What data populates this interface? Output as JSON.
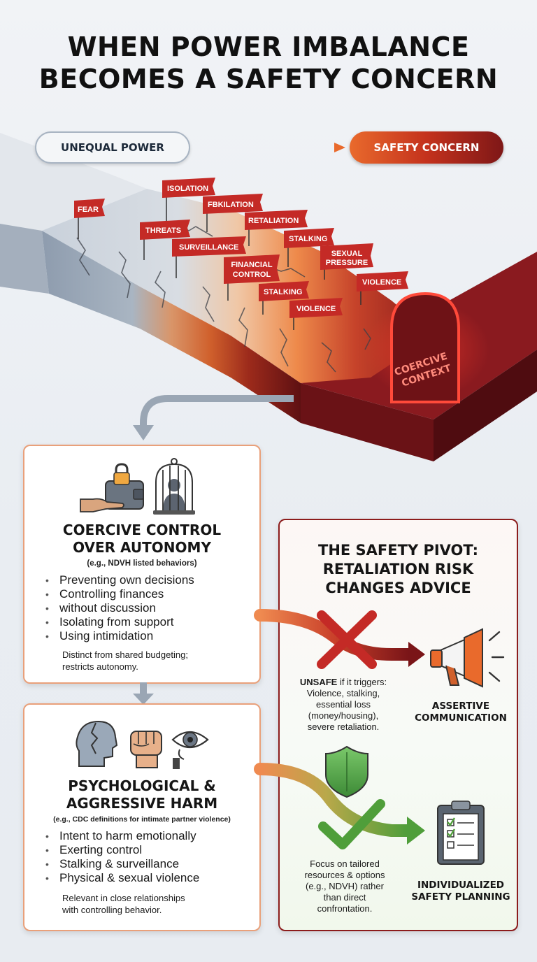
{
  "title": {
    "line1": "WHEN POWER IMBALANCE",
    "line2": "BECOMES A SAFETY CONCERN"
  },
  "pills": {
    "left": "UNEQUAL POWER",
    "right": "SAFETY CONCERN"
  },
  "flags": [
    {
      "label": "FEAR"
    },
    {
      "label": "ISOLATION"
    },
    {
      "label": "FBKILATION"
    },
    {
      "label": "THREATS"
    },
    {
      "label": "RETALIATION"
    },
    {
      "label": "SURVEILLANCE"
    },
    {
      "label": "STALKING"
    },
    {
      "label": "FINANCIAL CONTROL"
    },
    {
      "label": "SEXUAL PRESSURE"
    },
    {
      "label": "STALKING"
    },
    {
      "label": "VIOLENCE"
    },
    {
      "label": "VIOLENCE"
    }
  ],
  "gate": {
    "line1": "COERCIVE",
    "line2": "CONTEXT"
  },
  "card1": {
    "heading1": "COERCIVE CONTROL",
    "heading2": "OVER AUTONOMY",
    "sub": "(e.g., NDVH listed behaviors)",
    "bullets": [
      "Preventing own decisions",
      "Controlling finances",
      "without discussion",
      "Isolating from support",
      "Using intimidation"
    ],
    "note1": "Distinct from shared budgeting;",
    "note2": "restricts autonomy."
  },
  "card2": {
    "heading1": "PSYCHOLOGICAL &",
    "heading2": "AGGRESSIVE HARM",
    "sub": "(e.g., CDC definitions for intimate partner violence)",
    "bullets": [
      "Intent to harm emotionally",
      "Exerting control",
      "Stalking & surveillance",
      "Physical & sexual violence"
    ],
    "note1": "Relevant in close relationships",
    "note2": "with controlling behavior."
  },
  "pivot": {
    "title1": "THE SAFETY PIVOT:",
    "title2": "RETALIATION RISK",
    "title3": "CHANGES ADVICE",
    "unsafe_bold": "UNSAFE",
    "unsafe_rest": " if it triggers:",
    "unsafe_lines": [
      "Violence, stalking,",
      "essential loss",
      "(money/housing),",
      "severe retaliation."
    ],
    "assertive1": "ASSERTIVE",
    "assertive2": "COMMUNICATION",
    "focus_lines": [
      "Focus on tailored",
      "resources & options",
      "(e.g., NDVH) rather",
      "than direct",
      "confrontation."
    ],
    "plan1": "INDIVIDUALIZED",
    "plan2": "SAFETY PLANNING"
  },
  "colors": {
    "accent_red": "#c42a26",
    "dark_red": "#7a1518",
    "orange": "#e96a2c",
    "green": "#4f9e3a",
    "slate": "#8c9bac"
  }
}
